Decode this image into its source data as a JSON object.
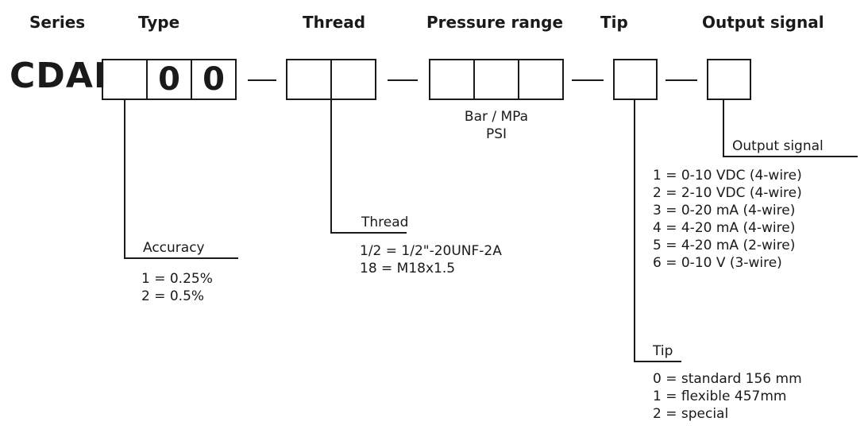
{
  "headers": {
    "series": "Series",
    "type": "Type",
    "thread": "Thread",
    "pressure_range": "Pressure range",
    "tip": "Tip",
    "output_signal": "Output signal"
  },
  "code": {
    "series": "CDAI",
    "type_digit_2": "0",
    "type_digit_3": "0"
  },
  "pressure_units": {
    "line1": "Bar / MPa",
    "line2": "PSI"
  },
  "accuracy": {
    "label": "Accuracy",
    "options": [
      "1 = 0.25%",
      "2 = 0.5%"
    ]
  },
  "thread": {
    "label": "Thread",
    "options": [
      "1/2 = 1/2\"-20UNF-2A",
      "18  = M18x1.5"
    ]
  },
  "output_signal": {
    "label": "Output signal",
    "options": [
      "1 = 0-10 VDC (4-wire)",
      "2 = 2-10 VDC (4-wire)",
      "3 = 0-20 mA (4-wire)",
      "4 = 4-20 mA (4-wire)",
      "5 = 4-20 mA (2-wire)",
      "6 = 0-10 V (3-wire)"
    ]
  },
  "tip": {
    "label": "Tip",
    "options": [
      "0 = standard 156 mm",
      "1 = flexible 457mm",
      "2 = special"
    ]
  }
}
